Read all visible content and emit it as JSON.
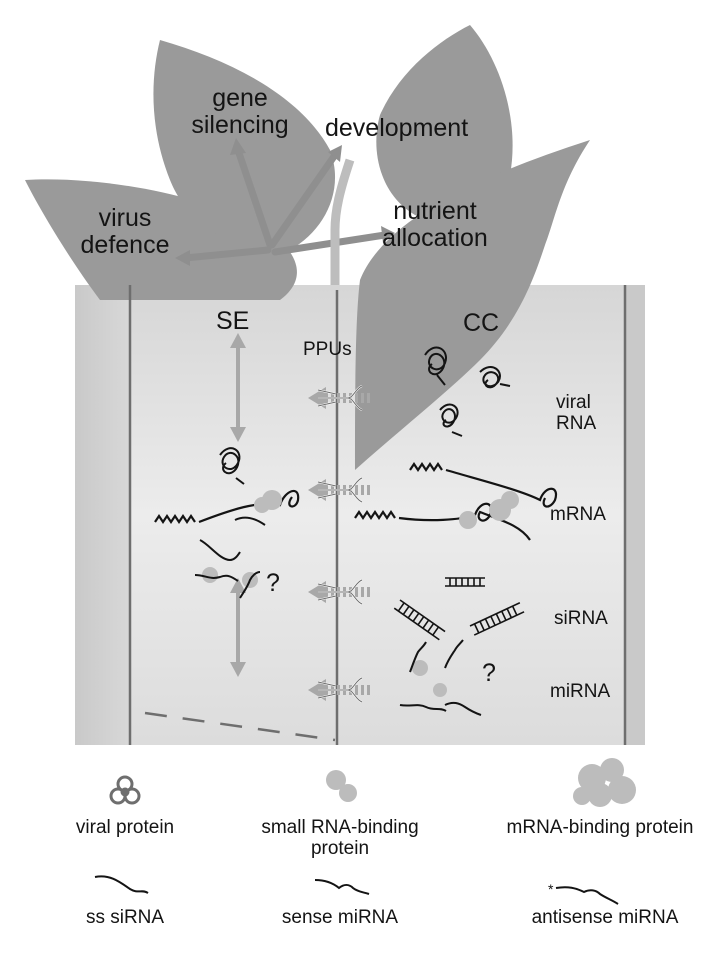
{
  "leaf_labels": {
    "virus_defence": "virus defence",
    "gene_silencing": "gene silencing",
    "development": "development",
    "nutrient_allocation": "nutrient allocation"
  },
  "cells": {
    "se": "SE",
    "cc": "CC",
    "ppus": "PPUs"
  },
  "molecules": {
    "viral_rna": "viral RNA",
    "mrna": "mRNA",
    "sirna": "siRNA",
    "mirna": "miRNA"
  },
  "unknown_marks": [
    "?",
    "?"
  ],
  "legend": [
    {
      "label": "viral protein",
      "icon": "biohazard-icon"
    },
    {
      "label": "small RNA-binding protein",
      "icon": "small-blob-icon"
    },
    {
      "label": "mRNA-binding protein",
      "icon": "large-blob-icon"
    },
    {
      "label": "ss siRNA",
      "icon": "ss-sirna-icon"
    },
    {
      "label": "sense miRNA",
      "icon": "sense-mirna-icon"
    },
    {
      "label": "antisense miRNA",
      "icon": "antisense-mirna-icon"
    }
  ],
  "colors": {
    "leaf": "#9a9a9a",
    "panel": "#dcdcdc",
    "arrow": "#8f8f8f",
    "ink": "#141414"
  }
}
